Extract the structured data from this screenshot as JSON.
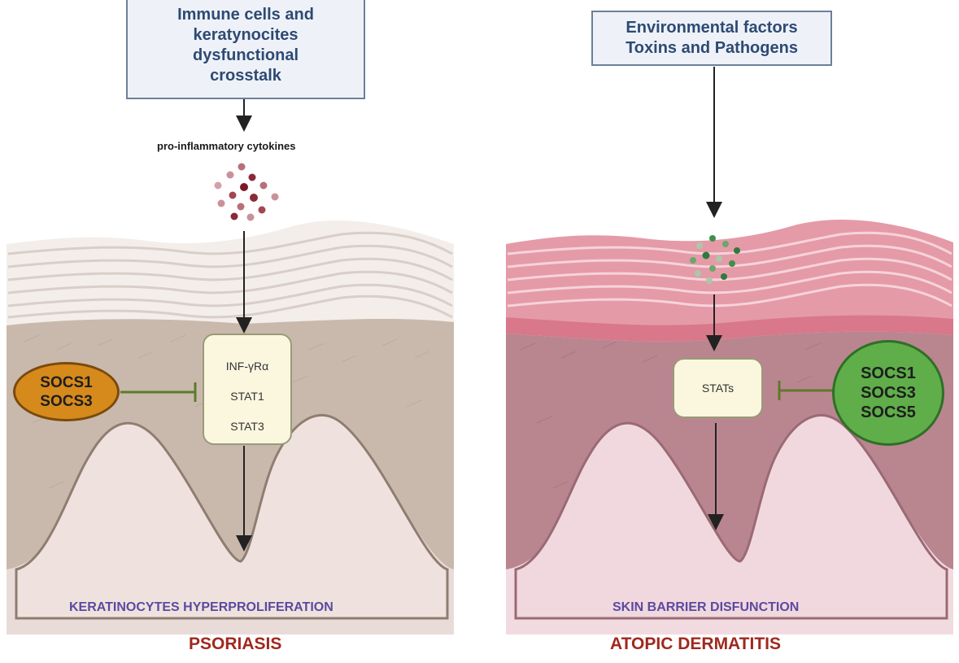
{
  "psoriasis": {
    "trigger_box": {
      "lines": [
        "Immune cells and",
        "keratynocites",
        "dysfunctional",
        "crosstalk"
      ]
    },
    "cytokines_label": "pro-inflammatory cytokines",
    "pathway_box": {
      "lines": [
        "INF-γRα",
        "STAT1",
        "STAT3"
      ]
    },
    "inhibitor": {
      "lines": [
        "SOCS1",
        "SOCS3"
      ],
      "color": "#d68a1c"
    },
    "outcome": "KERATINOCYTES HYPERPROLIFERATION",
    "title": "PSORIASIS"
  },
  "atopic_dermatitis": {
    "trigger_box": {
      "lines": [
        "Environmental factors",
        "Toxins and Pathogens"
      ]
    },
    "pathway_box": {
      "lines": [
        "STATs"
      ]
    },
    "inhibitor": {
      "lines": [
        "SOCS1",
        "SOCS3",
        "SOCS5"
      ],
      "color": "#5fae4a"
    },
    "outcome": "SKIN BARRIER DISFUNCTION",
    "title": "ATOPIC DERMATITIS"
  },
  "colors": {
    "psoriasis_skin": "#cbbcb0",
    "ad_skin": "#c98d98",
    "inhibition_line": "#5d7a2c",
    "disease_title": "#a0281e",
    "outcome_text": "#5b4aa0"
  }
}
